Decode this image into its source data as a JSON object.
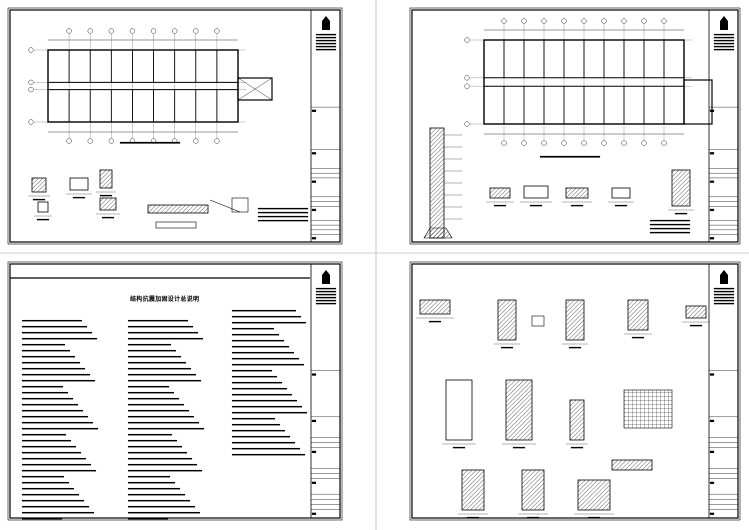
{
  "sheets": [
    {
      "id": "sheet-1",
      "kind": "floor-plan-with-details"
    },
    {
      "id": "sheet-2",
      "kind": "floor-plan-with-wall-section"
    },
    {
      "id": "sheet-3",
      "kind": "general-notes",
      "title": "结构抗震加固设计总说明"
    },
    {
      "id": "sheet-4",
      "kind": "construction-details"
    }
  ],
  "colors": {
    "line": "#000000",
    "divider": "#bbbbbb",
    "background": "#ffffff"
  }
}
